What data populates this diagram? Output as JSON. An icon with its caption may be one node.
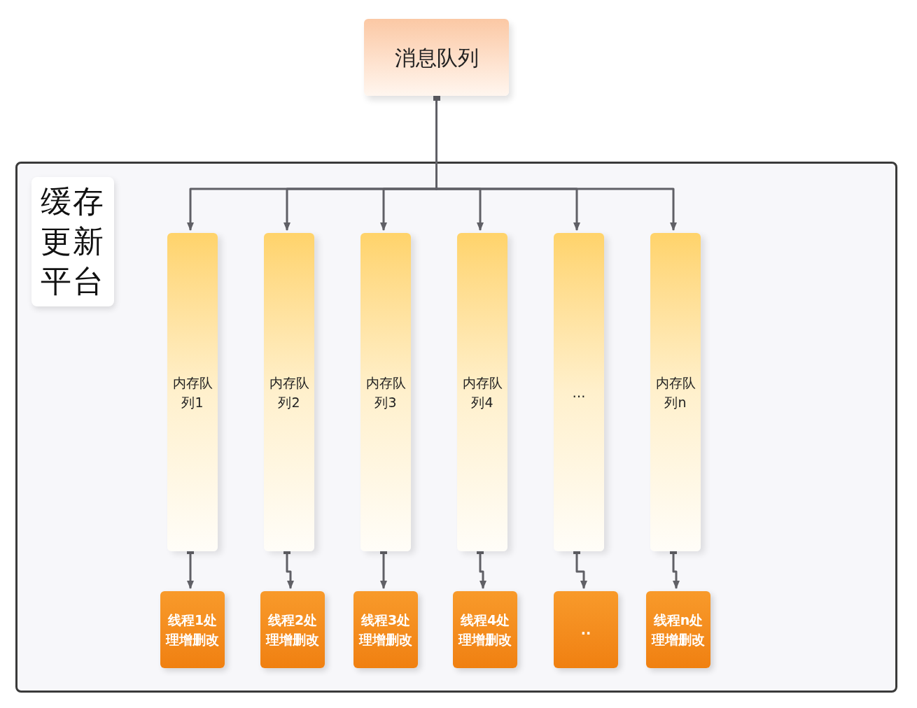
{
  "diagram": {
    "nodes": [
      {
        "text": [
          "消息队列"
        ]
      },
      {
        "text": [
          "缓存更新平台"
        ]
      },
      {
        "text": [
          "内存队列1"
        ],
        "in": 1
      },
      {
        "text": [
          "内存队列2"
        ],
        "in": 1
      },
      {
        "text": [
          "内存队列3"
        ],
        "in": 1
      },
      {
        "text": [
          "内存队列4"
        ],
        "in": 1
      },
      {
        "text": [
          "…"
        ],
        "in": 1
      },
      {
        "text": [
          "内存队列n"
        ],
        "in": 1
      },
      {
        "text": [
          "线程1处理增删改"
        ],
        "in": 1
      },
      {
        "text": [
          "线程2处理增删改"
        ],
        "in": 1
      },
      {
        "text": [
          "线程3处理增删改"
        ],
        "in": 1
      },
      {
        "text": [
          "线程4处理增删改"
        ],
        "in": 1
      },
      {
        "text": [
          ".."
        ],
        "in": 1
      },
      {
        "text": [
          "线程n处理增删改"
        ],
        "in": 1
      }
    ],
    "edges": [
      {
        "from": 0,
        "to": 2,
        "arrow": "to"
      },
      {
        "from": 0,
        "to": 3,
        "arrow": "to"
      },
      {
        "from": 0,
        "to": 4,
        "arrow": "to"
      },
      {
        "from": 0,
        "to": 5,
        "arrow": "to"
      },
      {
        "from": 0,
        "to": 6,
        "arrow": "to"
      },
      {
        "from": 0,
        "to": 7,
        "arrow": "to"
      },
      {
        "from": 2,
        "to": 8,
        "arrow": "to"
      },
      {
        "from": 3,
        "to": 9,
        "arrow": "to"
      },
      {
        "from": 4,
        "to": 10,
        "arrow": "to"
      },
      {
        "from": 5,
        "to": 11,
        "arrow": "to"
      },
      {
        "from": 6,
        "to": 12,
        "arrow": "to"
      },
      {
        "from": 7,
        "to": 13,
        "arrow": "to"
      }
    ]
  }
}
